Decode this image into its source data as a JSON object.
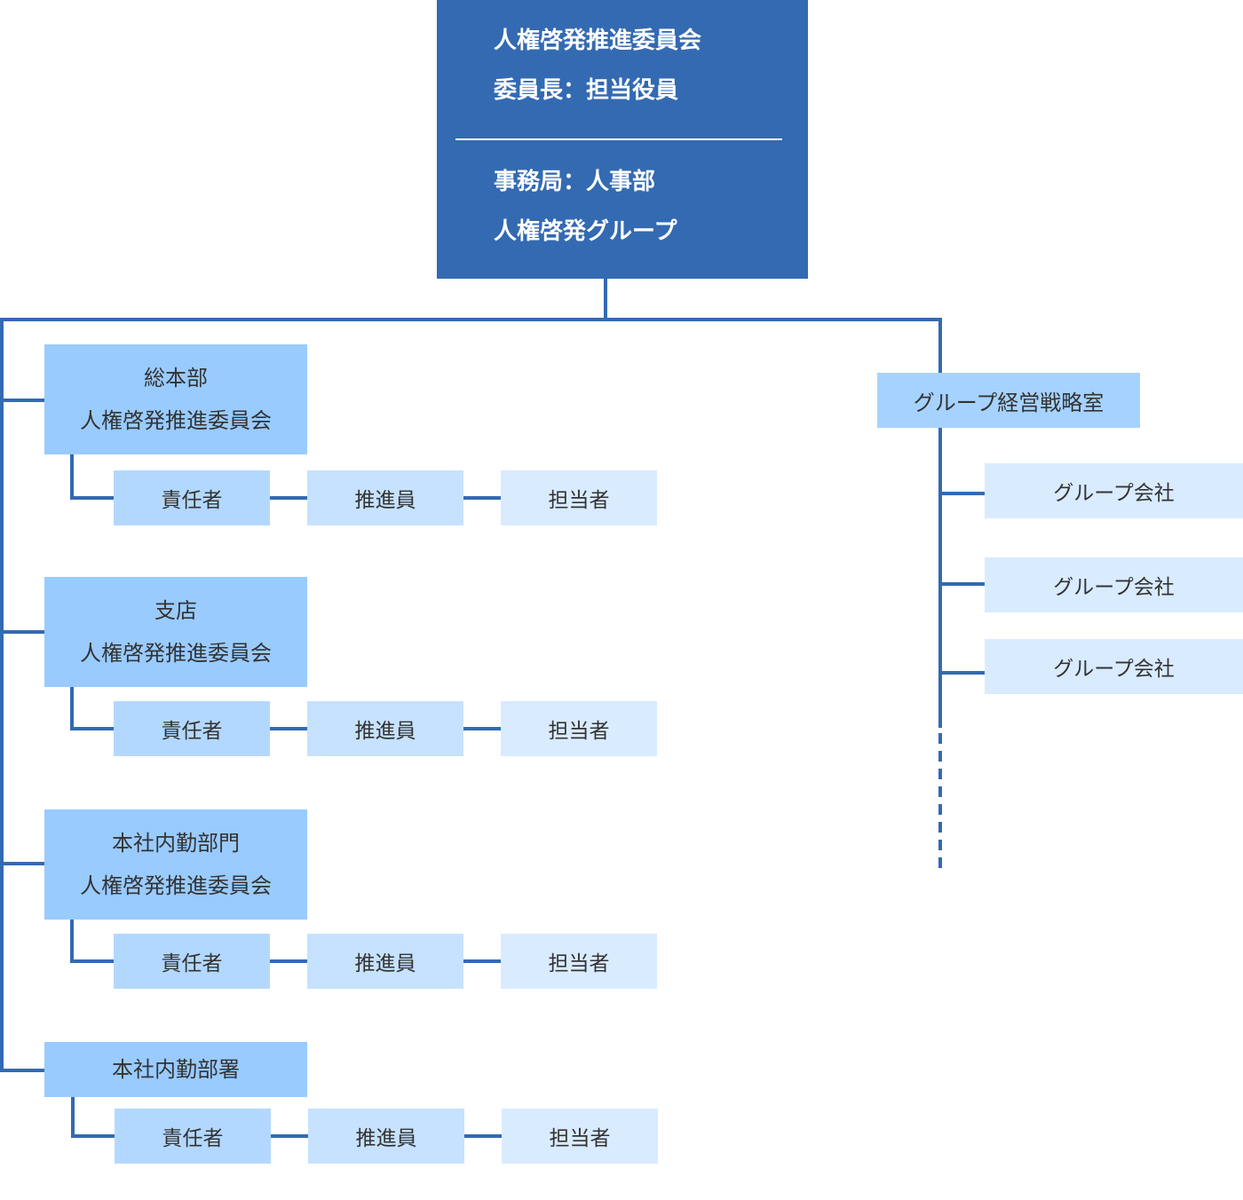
{
  "top": {
    "line1": "人権啓発推進委員会",
    "line2": "委員長：担当役員",
    "line3": "事務局：人事部",
    "line4": "人権啓発グループ"
  },
  "departments": [
    {
      "line1": "総本部",
      "line2": "人権啓発推進委員会",
      "roles": [
        "責任者",
        "推進員",
        "担当者"
      ]
    },
    {
      "line1": "支店",
      "line2": "人権啓発推進委員会",
      "roles": [
        "責任者",
        "推進員",
        "担当者"
      ]
    },
    {
      "line1": "本社内勤部門",
      "line2": "人権啓発推進委員会",
      "roles": [
        "責任者",
        "推進員",
        "担当者"
      ]
    },
    {
      "line1": "本社内勤部署",
      "roles": [
        "責任者",
        "推進員",
        "担当者"
      ]
    }
  ],
  "group": {
    "strategy": "グループ経営戦略室",
    "companies": [
      "グループ会社",
      "グループ会社",
      "グループ会社"
    ]
  },
  "colors": {
    "line": "#336ab2",
    "top_box": "#336ab2",
    "department": "#99cbff",
    "responsible": "#b3d8ff",
    "promoter": "#c6e2ff",
    "staff": "#d9ebff"
  }
}
